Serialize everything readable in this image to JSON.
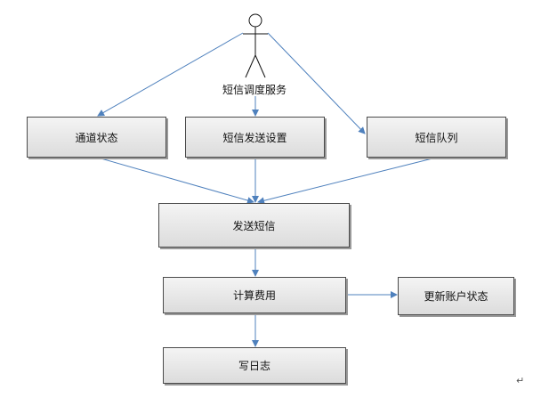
{
  "actor": {
    "label": "短信调度服务"
  },
  "nodes": {
    "channel_status": "通道状态",
    "send_settings": "短信发送设置",
    "sms_queue": "短信队列",
    "send_sms": "发送短信",
    "calc_fee": "计算费用",
    "update_account": "更新账户状态",
    "write_log": "写日志"
  },
  "marks": {
    "paragraph": "↵"
  },
  "colors": {
    "arrow": "#4f81bd",
    "box_border": "#4a4a4a"
  }
}
